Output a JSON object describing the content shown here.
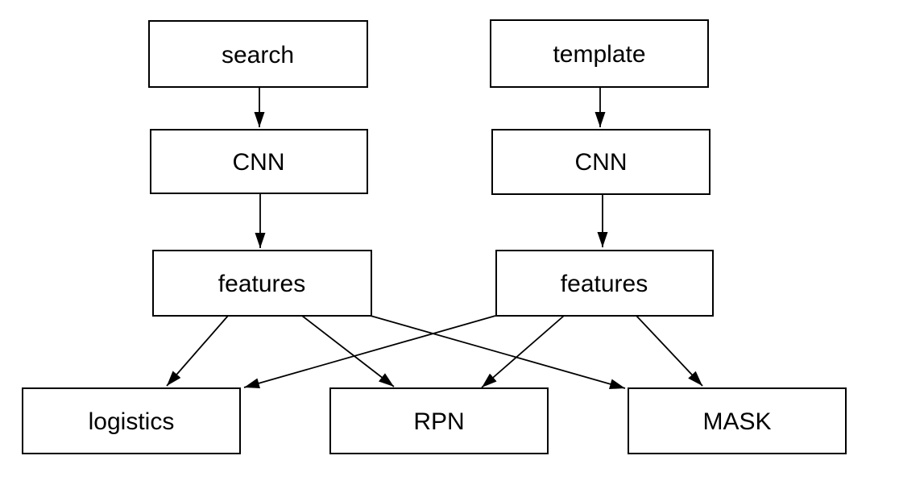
{
  "diagram": {
    "title": "siamese-network-flowchart",
    "background_color": "#ffffff",
    "stroke_color": "#000000",
    "text_color": "#000000",
    "nodes": [
      {
        "id": "search",
        "label": "search"
      },
      {
        "id": "template",
        "label": "template"
      },
      {
        "id": "cnn_left",
        "label": "CNN"
      },
      {
        "id": "cnn_right",
        "label": "CNN"
      },
      {
        "id": "features_left",
        "label": "features"
      },
      {
        "id": "features_right",
        "label": "features"
      },
      {
        "id": "logistics",
        "label": "logistics"
      },
      {
        "id": "rpn",
        "label": "RPN"
      },
      {
        "id": "mask",
        "label": "MASK"
      }
    ],
    "edges": [
      {
        "from": "search",
        "to": "cnn_left"
      },
      {
        "from": "template",
        "to": "cnn_right"
      },
      {
        "from": "cnn_left",
        "to": "features_left"
      },
      {
        "from": "cnn_right",
        "to": "features_right"
      },
      {
        "from": "features_left",
        "to": "logistics"
      },
      {
        "from": "features_left",
        "to": "rpn"
      },
      {
        "from": "features_left",
        "to": "mask"
      },
      {
        "from": "features_right",
        "to": "logistics"
      },
      {
        "from": "features_right",
        "to": "rpn"
      },
      {
        "from": "features_right",
        "to": "mask"
      }
    ]
  }
}
